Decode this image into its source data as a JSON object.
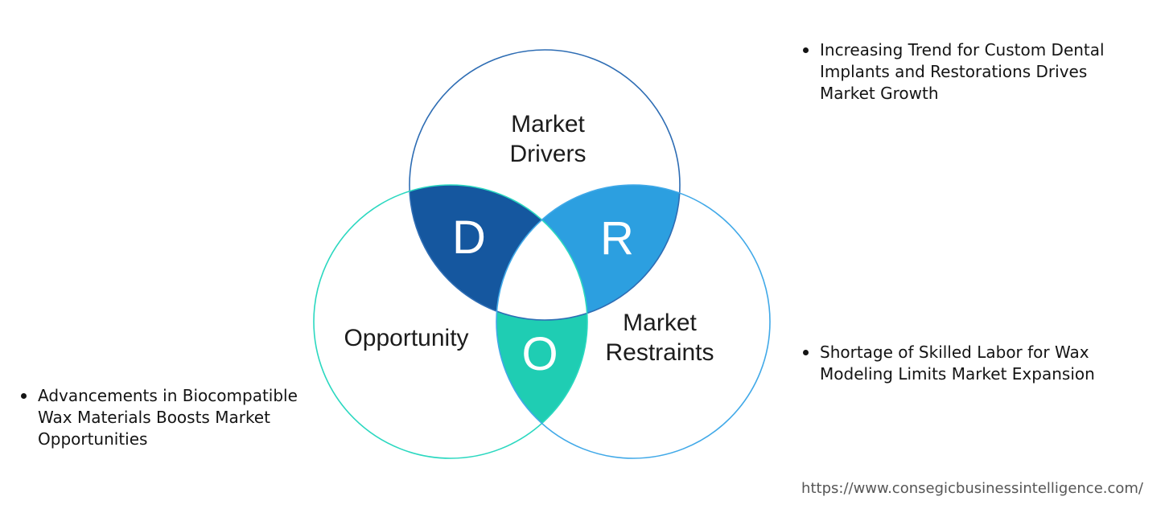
{
  "venn": {
    "drivers": {
      "label_line1": "Market",
      "label_line2": "Drivers",
      "letter": "D",
      "region_fill": "#15579F",
      "outline_color": "#2E6DB4"
    },
    "restraints": {
      "label_line1": "Market",
      "label_line2": "Restraints",
      "letter": "R",
      "region_fill": "#2C9FE0",
      "outline_color": "#41A9E8"
    },
    "opportunity": {
      "label": "Opportunity",
      "letter": "O",
      "region_fill": "#1FCDB3",
      "outline_color": "#2BD8C0"
    },
    "center_fill": "#FFFFFF",
    "letter_color": "#FFFFFF"
  },
  "notes": {
    "drivers": {
      "lines": [
        "Increasing Trend for Custom Dental",
        "Implants and Restorations Drives",
        "Market Growth"
      ]
    },
    "restraints": {
      "lines": [
        "Shortage of Skilled Labor for Wax",
        "Modeling Limits Market Expansion"
      ]
    },
    "opportunity": {
      "lines": [
        "Advancements in Biocompatible",
        "Wax Materials Boosts Market",
        "Opportunities"
      ]
    }
  },
  "footer": {
    "url": "https://www.consegicbusinessintelligence.com/"
  }
}
